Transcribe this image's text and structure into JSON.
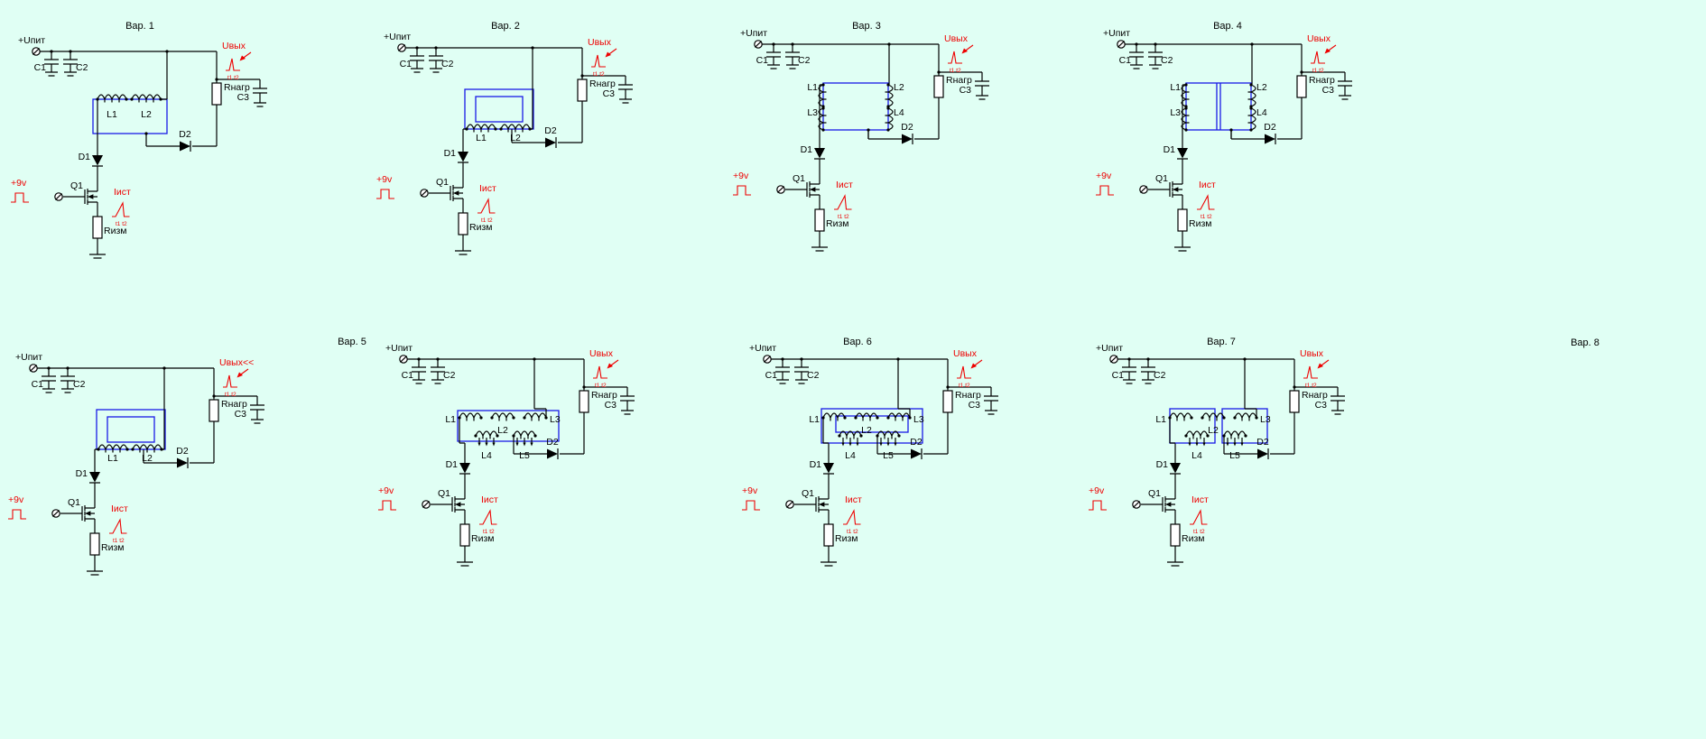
{
  "background": "#e0fff4",
  "colors": {
    "wire": "#000000",
    "core": "#1a1ae6",
    "annotation": "#ee0000"
  },
  "labels": {
    "supply": "+Uпит",
    "c1": "C1",
    "c2": "C2",
    "rload": "Rнагр",
    "c3": "C3",
    "d1": "D1",
    "d2": "D2",
    "q1": "Q1",
    "rmeas": "Rизм"
  },
  "annotations": {
    "gate_pulse": "+9v",
    "source_current": "Iист",
    "time_marks": "t1 t2"
  },
  "variants": [
    {
      "title": "Вар. 1",
      "core": "single-rect",
      "u_label": "Uвых",
      "windings": [
        "L1",
        "L2"
      ]
    },
    {
      "title": "Вар. 2",
      "core": "double-rect",
      "u_label": "Uвых",
      "windings": [
        "L1",
        "L2"
      ]
    },
    {
      "title": "Вар. 3",
      "core": "single-rect",
      "u_label": "Uвых",
      "windings": [
        "L1",
        "L2",
        "L3",
        "L4"
      ]
    },
    {
      "title": "Вар. 4",
      "core": "rect-center-limb",
      "u_label": "Uвых",
      "windings": [
        "L1",
        "L2",
        "L3",
        "L4"
      ]
    },
    {
      "title": "Вар. 5",
      "core": "double-rect",
      "u_label": "Uвых<<",
      "windings": [
        "L1",
        "L2"
      ]
    },
    {
      "title": "Вар. 6",
      "core": "single-rect-wide",
      "u_label": "Uвых",
      "windings": [
        "L1",
        "L2",
        "L3",
        "L4",
        "L5"
      ]
    },
    {
      "title": "Вар. 7",
      "core": "double-rect-wide",
      "u_label": "Uвых",
      "windings": [
        "L1",
        "L2",
        "L3",
        "L4",
        "L5"
      ]
    },
    {
      "title": "Вар. 8",
      "core": "two-rects",
      "u_label": "Uвых",
      "windings": [
        "L1",
        "L2",
        "L3",
        "L4",
        "L5"
      ]
    }
  ]
}
